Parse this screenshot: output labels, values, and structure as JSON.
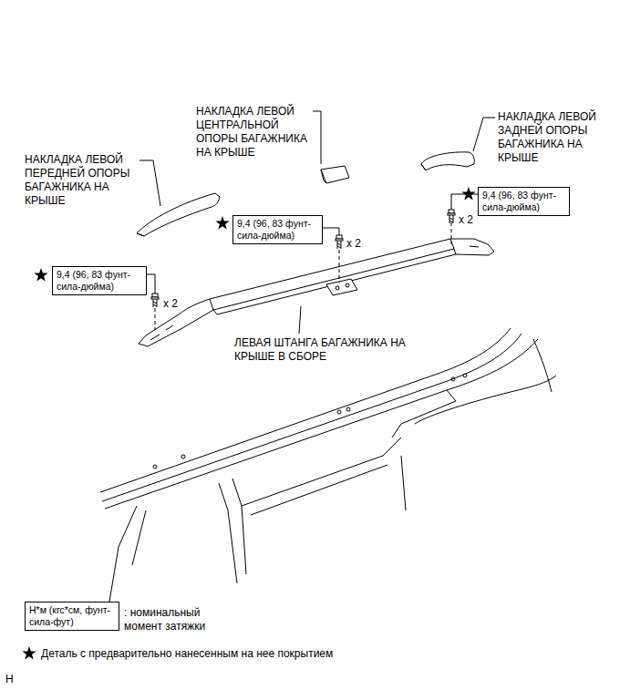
{
  "diagram": {
    "nodes": [
      {
        "text": [
          "9,4 (96, 83 фунт-сила-дюйма)"
        ]
      },
      {
        "text": [
          "9,4 (96, 83 фунт-сила-дюйма)"
        ]
      },
      {
        "text": [
          "9,4 (96, 83 фунт-сила-дюйма)"
        ]
      },
      {
        "text": [
          "Н*м (кгс*см, фунт-сила-фут)"
        ]
      }
    ],
    "labels": [
      "НАКЛАДКА ЛЕВОЙ ЦЕНТРАЛЬНОЙ ОПОРЫ БАГАЖНИКА НА КРЫШЕ",
      "НАКЛАДКА ЛЕВОЙ ЗАДНЕЙ ОПОРЫ БАГАЖНИКА НА КРЫШЕ",
      "НАКЛАДКА ЛЕВОЙ ПЕРЕДНЕЙ ОПОРЫ БАГАЖНИКА НА КРЫШЕ",
      "x 2",
      "x 2",
      "x 2",
      "ЛЕВАЯ ШТАНГА БАГАЖНИКА НА КРЫШЕ В СБОРЕ",
      "H"
    ],
    "legend": [
      {
        "text": ": номинальный момент затяжки"
      },
      {
        "text": "Деталь с предварительно нанесенным на нее покрытием"
      }
    ]
  }
}
